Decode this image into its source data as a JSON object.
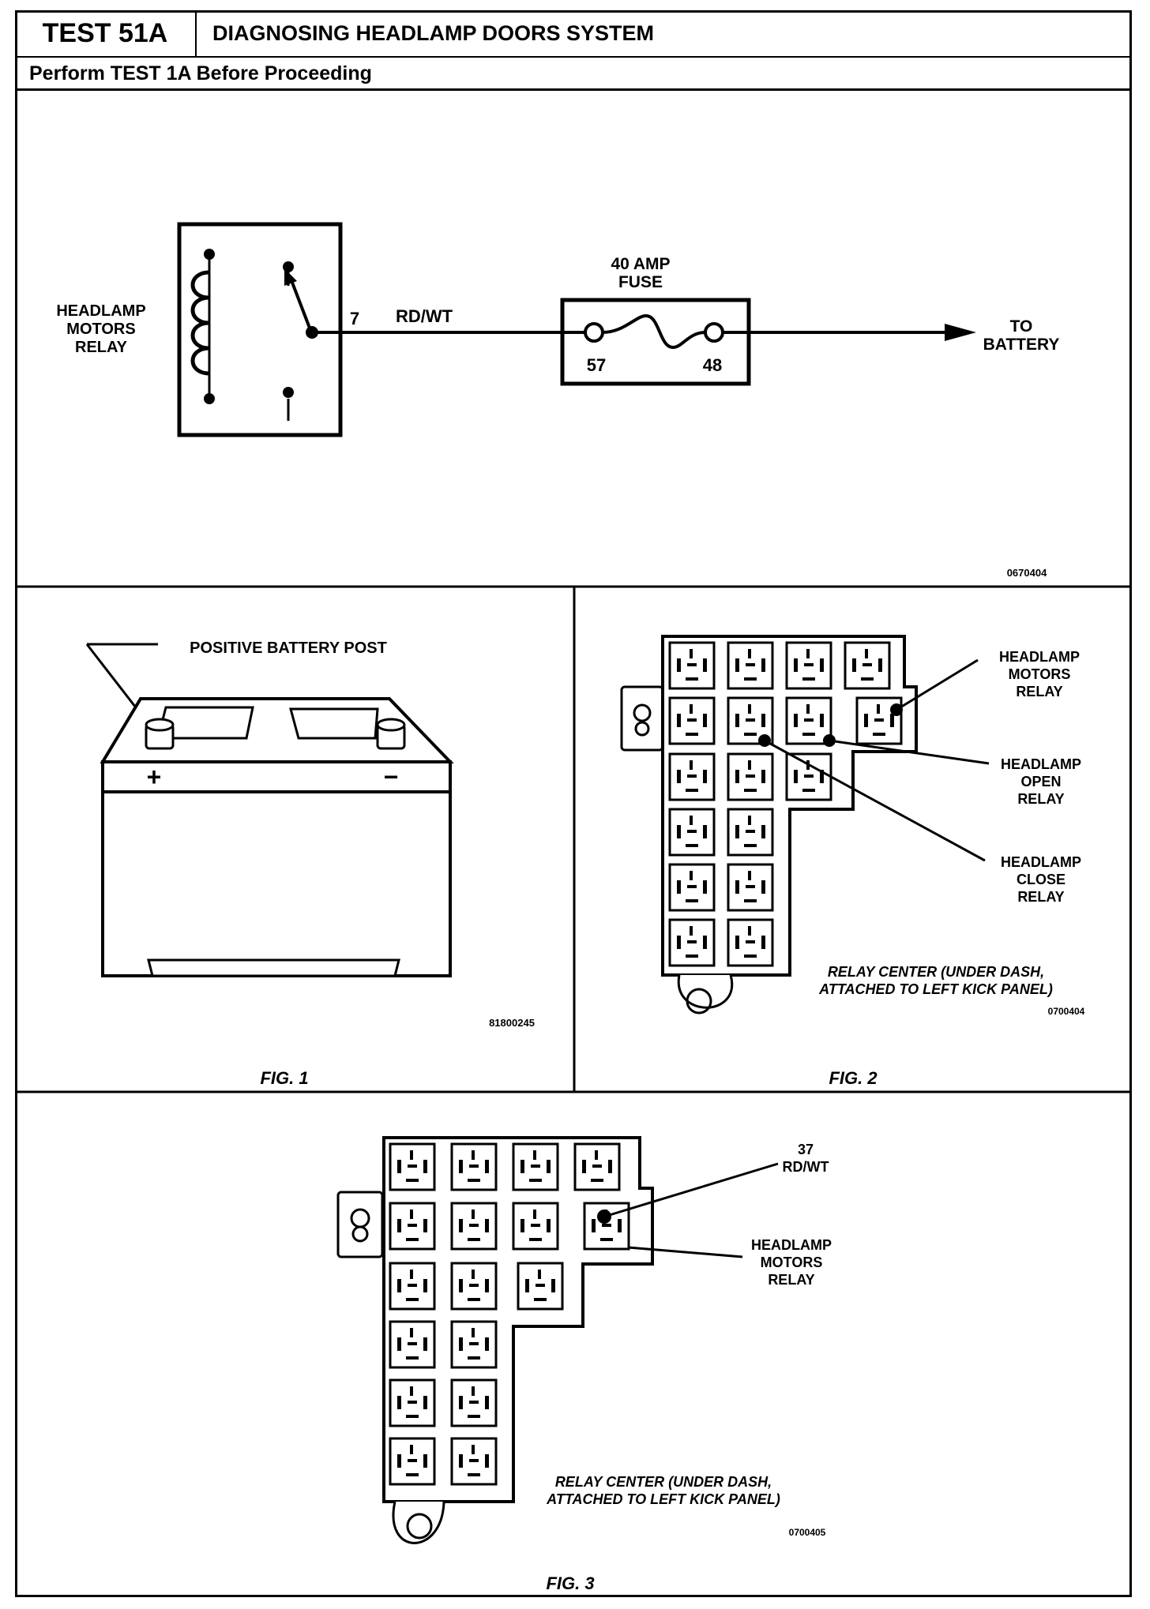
{
  "header": {
    "test_id": "TEST 51A",
    "title": "DIAGNOSING HEADLAMP DOORS SYSTEM",
    "prerequisite": "Perform TEST 1A Before Proceeding"
  },
  "schematic": {
    "relay_label": [
      "HEADLAMP",
      "MOTORS",
      "RELAY"
    ],
    "pin_label": "7",
    "wire_label": "RD/WT",
    "fuse_label": [
      "40  AMP",
      "FUSE"
    ],
    "fuse_pin_left": "57",
    "fuse_pin_right": "48",
    "destination": [
      "TO",
      "BATTERY"
    ],
    "ref_code": "0670404"
  },
  "fig1": {
    "callout": "POSITIVE BATTERY POST",
    "plus": "+",
    "minus": "−",
    "ref_code": "81800245",
    "caption": "FIG. 1"
  },
  "fig2": {
    "callouts": [
      [
        "HEADLAMP",
        "MOTORS",
        "RELAY"
      ],
      [
        "HEADLAMP",
        "OPEN",
        "RELAY"
      ],
      [
        "HEADLAMP",
        "CLOSE",
        "RELAY"
      ]
    ],
    "location_note": [
      "RELAY CENTER (UNDER DASH,",
      "ATTACHED TO LEFT KICK PANEL)"
    ],
    "ref_code": "0700404",
    "caption": "FIG. 2"
  },
  "fig3": {
    "callout_pin": [
      "37",
      "RD/WT"
    ],
    "callout_relay": [
      "HEADLAMP",
      "MOTORS",
      "RELAY"
    ],
    "location_note": [
      "RELAY CENTER (UNDER DASH,",
      "ATTACHED TO LEFT KICK PANEL)"
    ],
    "ref_code": "0700405",
    "caption": "FIG. 3"
  }
}
